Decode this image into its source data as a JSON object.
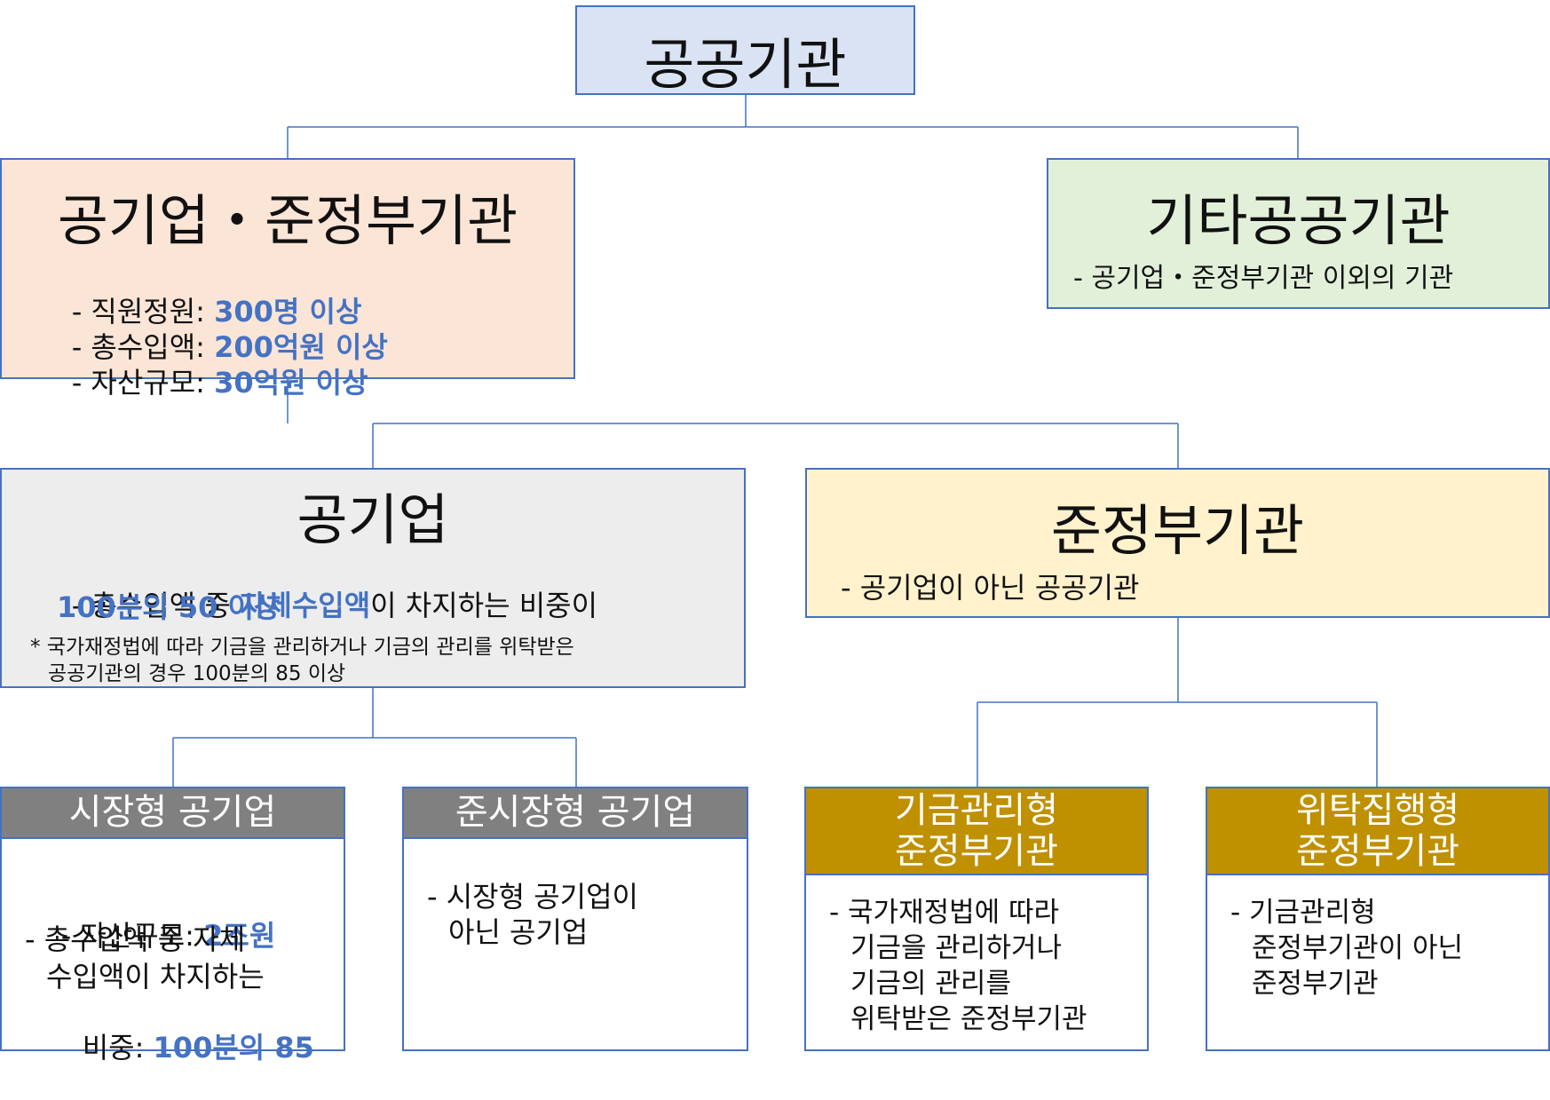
{
  "root": {
    "title": "공공기관"
  },
  "public_corp_quasi": {
    "title": "공기업・준정부기관",
    "criteria": [
      {
        "label": "- 직원정원: ",
        "value": "300명 이상"
      },
      {
        "label": "- 총수입액: ",
        "value": "200억원 이상"
      },
      {
        "label": "- 자산규모: ",
        "value": "30억원 이상"
      }
    ]
  },
  "other_public": {
    "title": "기타공공기관",
    "desc": "- 공기업・준정부기관 이외의 기관"
  },
  "public_corp": {
    "title": "공기업",
    "desc_pre": "- 총수입액 중 ",
    "desc_hl": "자체수입액",
    "desc_post": "이 차지하는 비중이",
    "desc_value": "100분의 50 이상",
    "note_line1": "* 국가재정법에 따라 기금을 관리하거나 기금의 관리를 위탁받은",
    "note_line2": "공공기관의 경우 100분의 85 이상"
  },
  "quasi_gov": {
    "title": "준정부기관",
    "desc": "- 공기업이 아닌 공공기관"
  },
  "market_type": {
    "title": "시장형 공기업",
    "item1_label": "- 자산규모: ",
    "item1_value": "2조원",
    "item2_line1": "- 총수입액 중 자체",
    "item2_line2": "수입액이 차지하는",
    "item2_line3_label": "비중: ",
    "item2_line3_value": "100분의 85"
  },
  "quasi_market_type": {
    "title": "준시장형 공기업",
    "desc_line1": "- 시장형 공기업이",
    "desc_line2": "아닌 공기업"
  },
  "fund_mgmt_type": {
    "title_line1": "기금관리형",
    "title_line2": "준정부기관",
    "desc_lines": [
      "- 국가재정법에 따라",
      "기금을 관리하거나",
      "기금의 관리를",
      "위탁받은 준정부기관"
    ]
  },
  "consign_exec_type": {
    "title_line1": "위탁집행형",
    "title_line2": "준정부기관",
    "desc_lines": [
      "- 기금관리형",
      "준정부기관이 아닌",
      "준정부기관"
    ]
  },
  "colors": {
    "border": "#4472c4",
    "highlight": "#4472c4",
    "root_fill": "#dae3f3",
    "corp_quasi_fill": "#fbe5d6",
    "other_fill": "#e2f0d9",
    "public_corp_fill": "#ededed",
    "quasi_fill": "#fff2cc",
    "gray_header": "#808080",
    "gold_header": "#bf9000"
  }
}
